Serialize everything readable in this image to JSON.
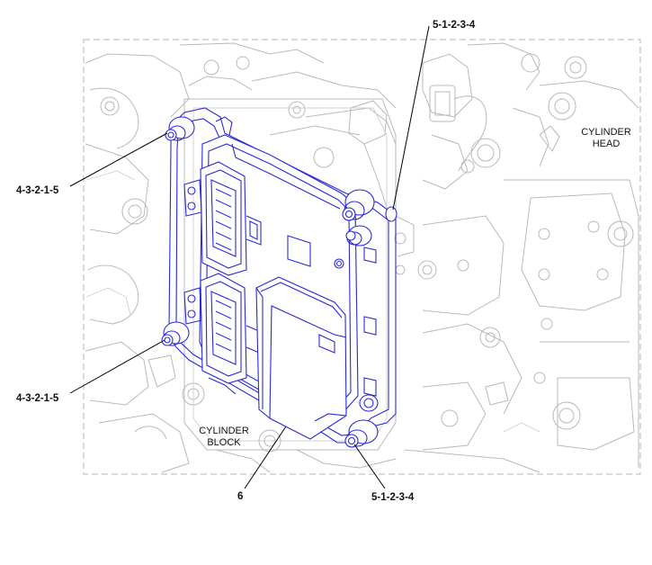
{
  "diagram": {
    "callouts": {
      "top_right": "5-1-2-3-4",
      "bottom_right": "5-1-2-3-4",
      "top_left": "4-3-2-1-5",
      "bottom_left": "4-3-2-1-5",
      "item_number": "6"
    },
    "labels": {
      "cylinder_head_line1": "CYLINDER",
      "cylinder_head_line2": "HEAD",
      "cylinder_block_line1": "CYLINDER",
      "cylinder_block_line2": "BLOCK"
    },
    "colors": {
      "highlight": "#2a2ad6",
      "engine_lines": "#b9b9b9",
      "leader_lines": "#000000"
    }
  }
}
